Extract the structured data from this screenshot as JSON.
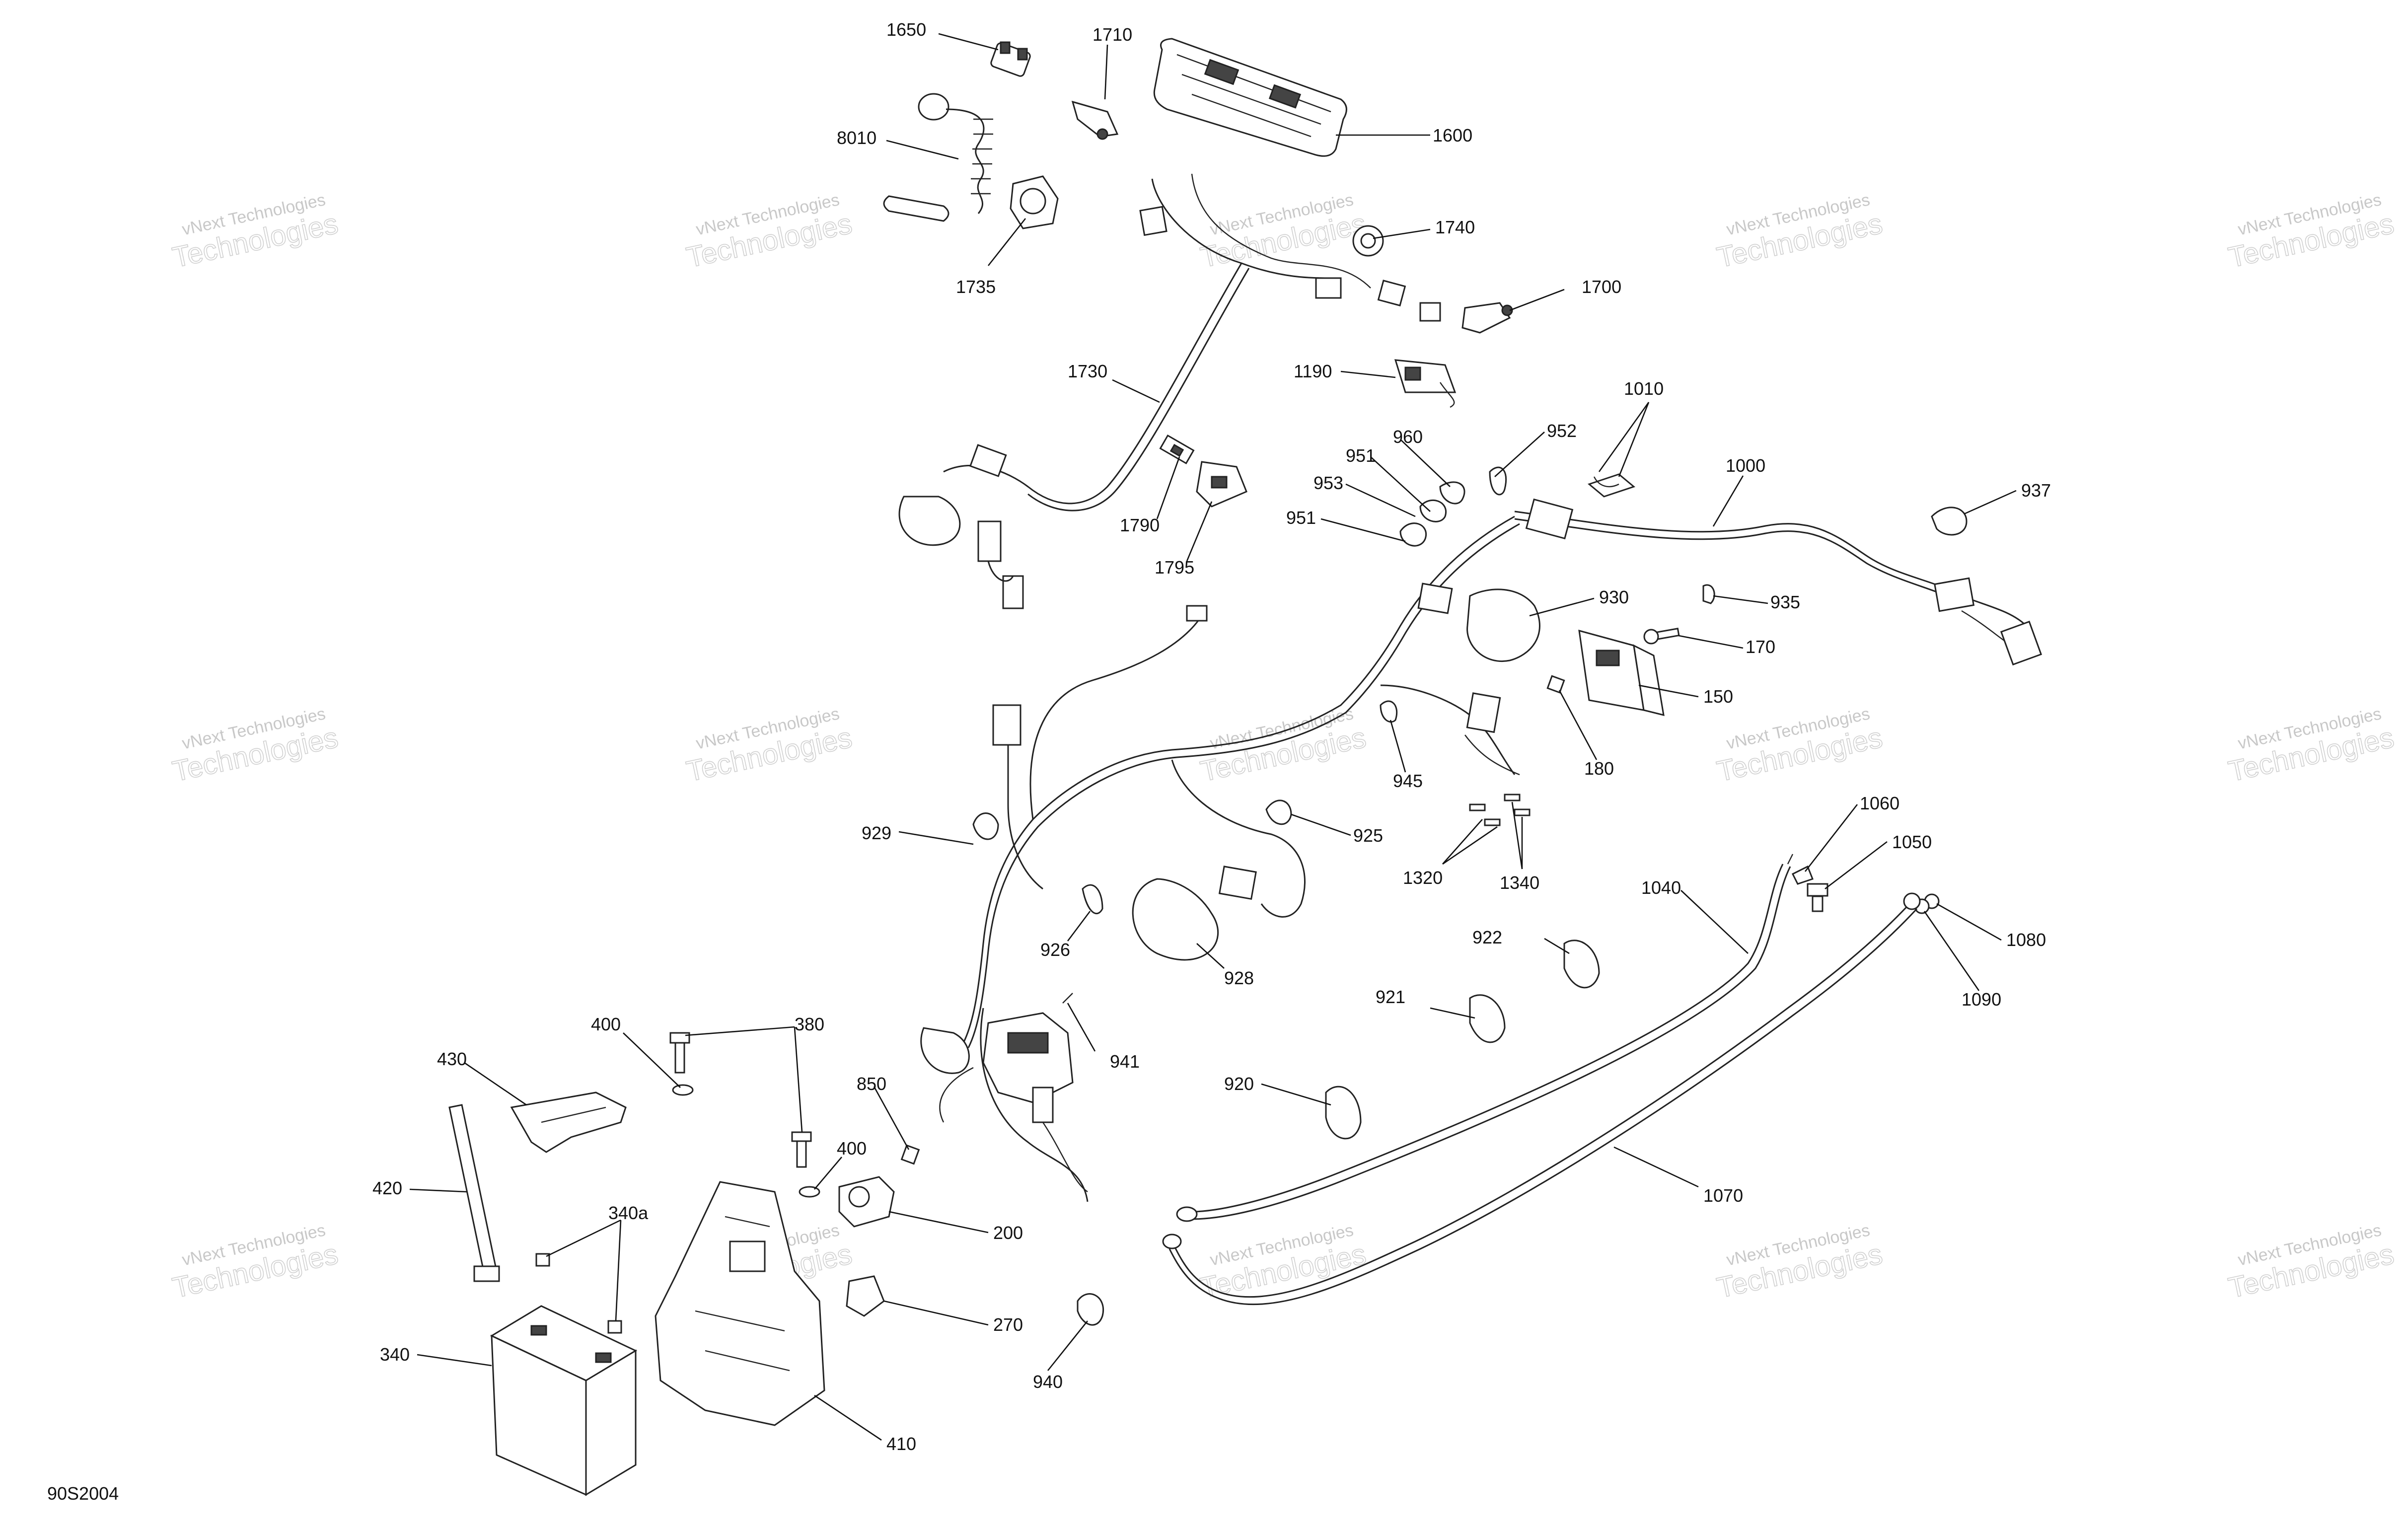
{
  "reference_code": "90S2004",
  "watermark": {
    "line1": "vNext Technologies",
    "line2": "Technologies"
  },
  "parts": [
    "150",
    "170",
    "180",
    "200",
    "270",
    "340",
    "340a",
    "380",
    "400",
    "410",
    "420",
    "430",
    "850",
    "920",
    "921",
    "922",
    "925",
    "926",
    "928",
    "929",
    "930",
    "935",
    "937",
    "940",
    "941",
    "945",
    "951",
    "952",
    "953",
    "960",
    "1000",
    "1010",
    "1040",
    "1050",
    "1060",
    "1070",
    "1080",
    "1090",
    "1190",
    "1320",
    "1340",
    "1600",
    "1650",
    "1700",
    "1710",
    "1730",
    "1735",
    "1740",
    "1790",
    "1795",
    "8010"
  ]
}
